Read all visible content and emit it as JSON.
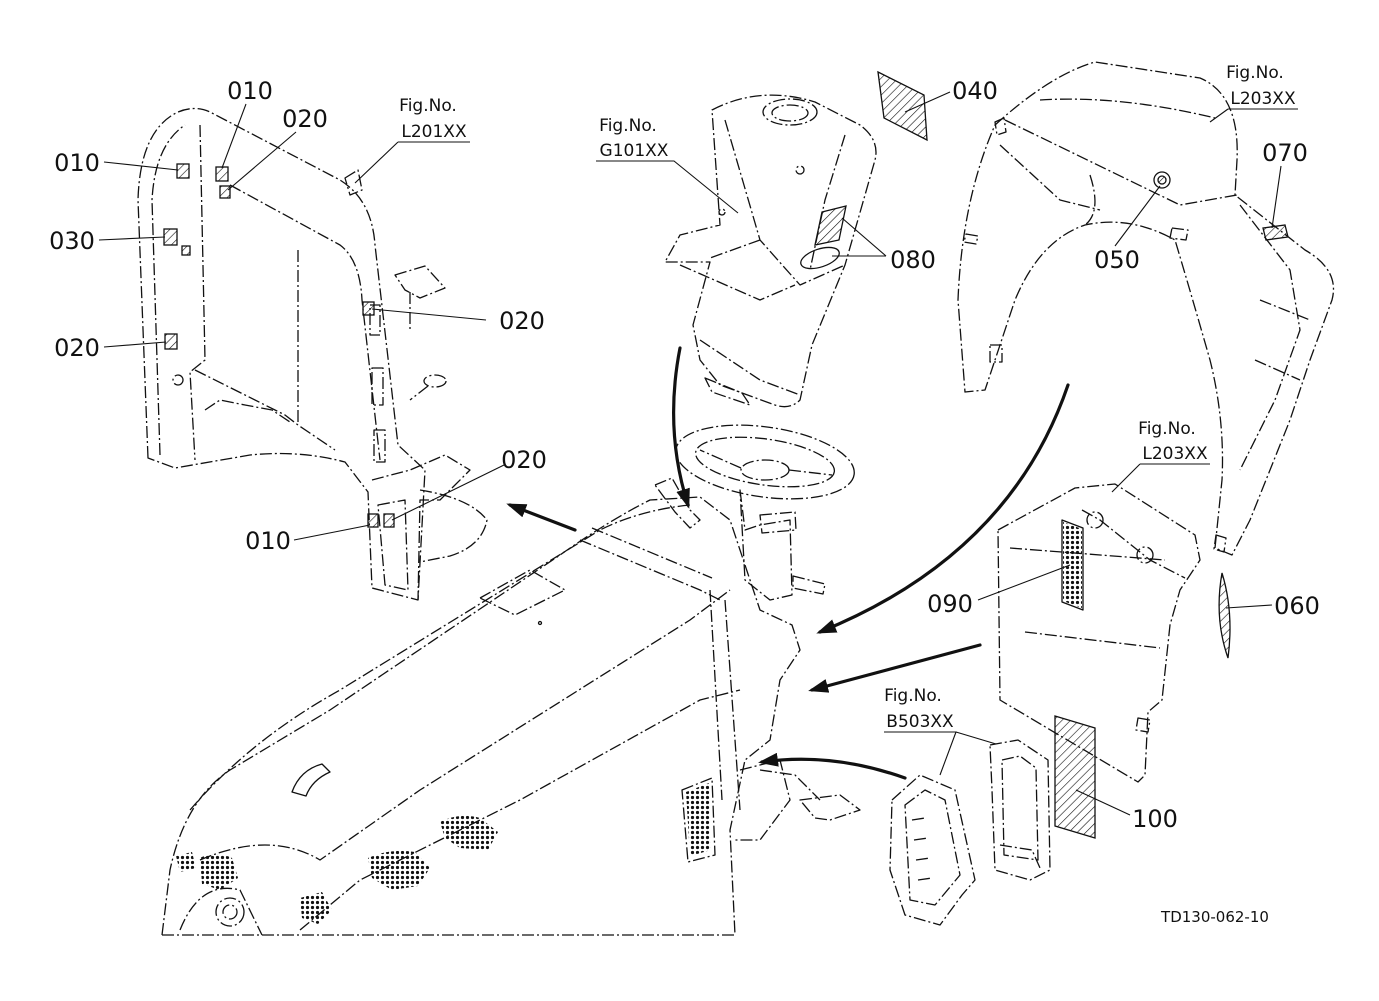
{
  "callouts": [
    "010",
    "020",
    "010",
    "030",
    "020",
    "020",
    "020",
    "010",
    "040",
    "080",
    "050",
    "070",
    "090",
    "060",
    "100"
  ],
  "figure_refs": [
    {
      "caption": "Fig.No.",
      "code": "L201XX"
    },
    {
      "caption": "Fig.No.",
      "code": "G101XX"
    },
    {
      "caption": "Fig.No.",
      "code": "L203XX"
    },
    {
      "caption": "Fig.No.",
      "code": "L203XX"
    },
    {
      "caption": "Fig.No.",
      "code": "B503XX"
    }
  ],
  "drawing_id": "TD130-062-10"
}
